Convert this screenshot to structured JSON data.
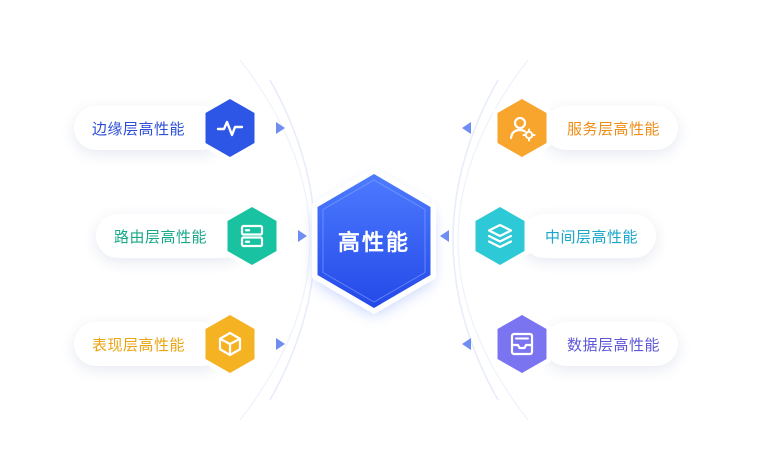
{
  "center": {
    "label": "高性能",
    "color_top": "#4d7bff",
    "color_bottom": "#2449e8"
  },
  "modules": [
    {
      "id": "edge",
      "label": "边缘层高性能",
      "color": "#2d55e6",
      "text_color": "#2d4fd6",
      "icon": "pulse-line-icon"
    },
    {
      "id": "routing",
      "label": "路由层高性能",
      "color": "#19c2a0",
      "text_color": "#18a889",
      "icon": "server-rack-icon"
    },
    {
      "id": "presentation",
      "label": "表现层高性能",
      "color": "#f5b323",
      "text_color": "#e9a512",
      "icon": "cube-icon"
    },
    {
      "id": "service",
      "label": "服务层高性能",
      "color": "#f7a52c",
      "text_color": "#ef8e16",
      "icon": "user-settings-icon"
    },
    {
      "id": "middleware",
      "label": "中间层高性能",
      "color": "#2ec9d6",
      "text_color": "#1aa6c9",
      "icon": "layers-icon"
    },
    {
      "id": "data",
      "label": "数据层高性能",
      "color": "#7b74f0",
      "text_color": "#5e57d8",
      "icon": "inbox-tray-icon"
    }
  ]
}
